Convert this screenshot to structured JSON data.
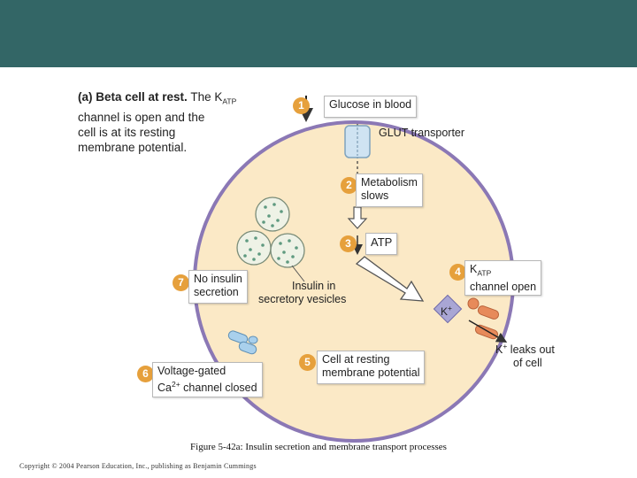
{
  "slide": {
    "header_color": "#336666"
  },
  "colors": {
    "cell_fill": "#fbe9c6",
    "cell_border": "#8b78b5",
    "badge": "#e6a03c",
    "vesicle": "#5f9a80"
  },
  "diagram": {
    "title_bold": "(a) Beta cell at rest.",
    "title_pre": "The K",
    "title_sub": "ATP",
    "title_line2": "channel is open and the",
    "title_line3": "cell is at its resting",
    "title_line4": "membrane potential.",
    "steps": [
      {
        "num": "1",
        "line1": "Glucose in blood"
      },
      {
        "num": "2",
        "line1": "Metabolism",
        "line2": "slows"
      },
      {
        "num": "3",
        "line1": "ATP"
      },
      {
        "num": "4",
        "line1_pre": "K",
        "line1_sub": "ATP",
        "line2": "channel open"
      },
      {
        "num": "5",
        "line1": "Cell at resting",
        "line2": "membrane potential"
      },
      {
        "num": "6",
        "line1": "Voltage-gated",
        "line2_pre": "Ca",
        "line2_sup": "2+",
        "line2_post": " channel closed"
      },
      {
        "num": "7",
        "line1": "No insulin",
        "line2": "secretion"
      }
    ],
    "glut_label": "GLUT transporter",
    "vesicles_label_1": "Insulin in",
    "vesicles_label_2": "secretory vesicles",
    "k_ion": {
      "base": "K",
      "sup": "+"
    },
    "k_leak": {
      "base": "K",
      "sup": "+",
      "post": " leaks out",
      "line2": "of cell"
    }
  },
  "caption": "Figure 5-42a: Insulin secretion and membrane transport processes",
  "copyright": "Copyright © 2004 Pearson Education, Inc., publishing as Benjamin Cummings"
}
